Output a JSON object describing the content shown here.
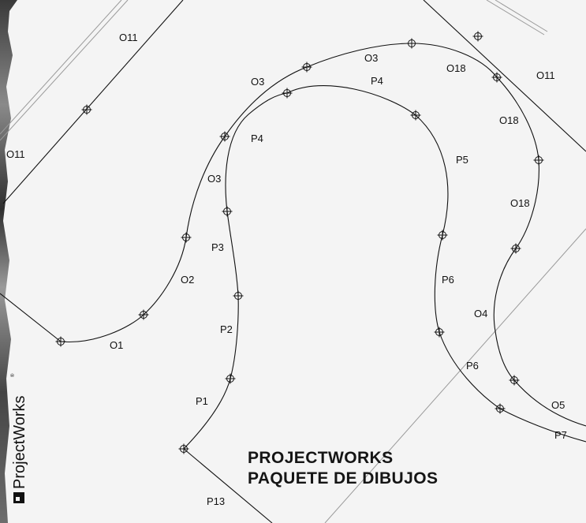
{
  "brand": {
    "name": "ProjectWorks",
    "mark": "®"
  },
  "heading": {
    "line1": "PROJECTWORKS",
    "line2": "PAQUETE DE DIBUJOS"
  },
  "labels": {
    "o11_top": "O11",
    "o11_left": "O11",
    "o11_right": "O11",
    "o3_a": "O3",
    "o3_b": "O3",
    "o3_c": "O3",
    "o18_a": "O18",
    "o18_b": "O18",
    "o18_c": "O18",
    "o2": "O2",
    "o1": "O1",
    "o4": "O4",
    "o5": "O5",
    "p4_a": "P4",
    "p4_b": "P4",
    "p5": "P5",
    "p3": "P3",
    "p2": "P2",
    "p1": "P1",
    "p6_a": "P6",
    "p6_b": "P6",
    "p7": "P7",
    "p13": "P13"
  },
  "colors": {
    "background": "#f4f4f4",
    "line": "#111111",
    "photo_strip": "#5a5a5a",
    "gray_line": "#9a9a9a"
  }
}
